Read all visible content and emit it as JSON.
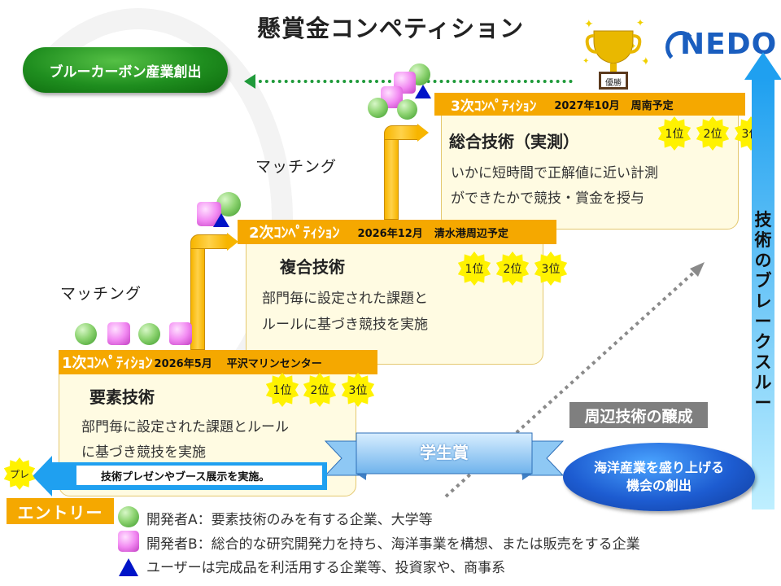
{
  "title": "懸賞金コンペティション",
  "logo": {
    "text": "NEDO",
    "brand_color": "#1a5ebf"
  },
  "trophy_label": "優勝",
  "goal_pill": "ブルーカーボン産業創出",
  "matching_label": "マッチング",
  "stages": [
    {
      "header": "1次ｺﾝﾍﾟﾃｨｼｮﾝ",
      "date": "2026年5月",
      "venue": "平沢マリンセンター",
      "subtitle": "要素技術",
      "desc_line1": "部門毎に設定された課題とルール",
      "desc_line2": "に基づき競技を実施",
      "ranks": [
        "1位",
        "2位",
        "3位"
      ]
    },
    {
      "header": "2次ｺﾝﾍﾟﾃｨｼｮﾝ",
      "date": "2026年12月",
      "venue": "清水港周辺予定",
      "subtitle": "複合技術",
      "desc_line1": "部門毎に設定された課題と",
      "desc_line2": "ルールに基づき競技を実施",
      "ranks": [
        "1位",
        "2位",
        "3位"
      ]
    },
    {
      "header": "3次ｺﾝﾍﾟﾃｨｼｮﾝ",
      "date": "2027年10月",
      "venue": "周南予定",
      "subtitle": "総合技術（実測）",
      "desc_line1": "いかに短時間で正解値に近い計測",
      "desc_line2": "ができたかで競技・賞金を授与",
      "ranks": [
        "1位",
        "2位",
        "3位"
      ]
    }
  ],
  "presentation_note": "技術プレゼンやブース展示を実施。",
  "pre_label": "プレ",
  "entry_label": "エントリー",
  "student_award": "学生賞",
  "surrounding_tech": "周辺技術の醸成",
  "ocean_pill": {
    "line1": "海洋産業を盛り上げる",
    "line2": "機会の創出"
  },
  "breakthrough": [
    "技",
    "術",
    "の",
    "ブ",
    "レ",
    "ー",
    "ク",
    "ス",
    "ル",
    "ー"
  ],
  "legend": [
    {
      "icon": "green-circle",
      "text": "開発者A：要素技術のみを有する企業、大学等"
    },
    {
      "icon": "pink-square",
      "text": "開発者B：総合的な研究開発力を持ち、海洋事業を構想、または販売をする企業"
    },
    {
      "icon": "blue-triangle",
      "text": "ユーザーは完成品を利活用する企業等、投資家や、商事系"
    }
  ],
  "colors": {
    "stage_orange": "#f5a800",
    "box_fill": "#fffbe2",
    "green": "#1f8e1f",
    "blue": "#1d5cd1"
  }
}
